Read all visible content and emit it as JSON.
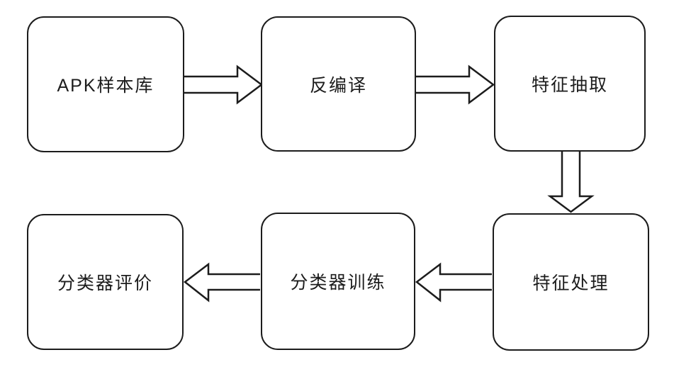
{
  "diagram": {
    "type": "flowchart",
    "nodes": [
      {
        "id": "apk-sample-library",
        "label": "APK样本库"
      },
      {
        "id": "decompile",
        "label": "反编译"
      },
      {
        "id": "feature-extraction",
        "label": "特征抽取"
      },
      {
        "id": "feature-processing",
        "label": "特征处理"
      },
      {
        "id": "classifier-training",
        "label": "分类器训练"
      },
      {
        "id": "classifier-evaluation",
        "label": "分类器评价"
      }
    ],
    "edges": [
      {
        "from": "APK样本库",
        "to": "反编译",
        "direction": "right"
      },
      {
        "from": "反编译",
        "to": "特征抽取",
        "direction": "right"
      },
      {
        "from": "特征抽取",
        "to": "特征处理",
        "direction": "down"
      },
      {
        "from": "特征处理",
        "to": "分类器训练",
        "direction": "left"
      },
      {
        "from": "分类器训练",
        "to": "分类器评价",
        "direction": "left"
      }
    ],
    "line_color": "#1c1c1c",
    "background_color": "#ffffff"
  }
}
